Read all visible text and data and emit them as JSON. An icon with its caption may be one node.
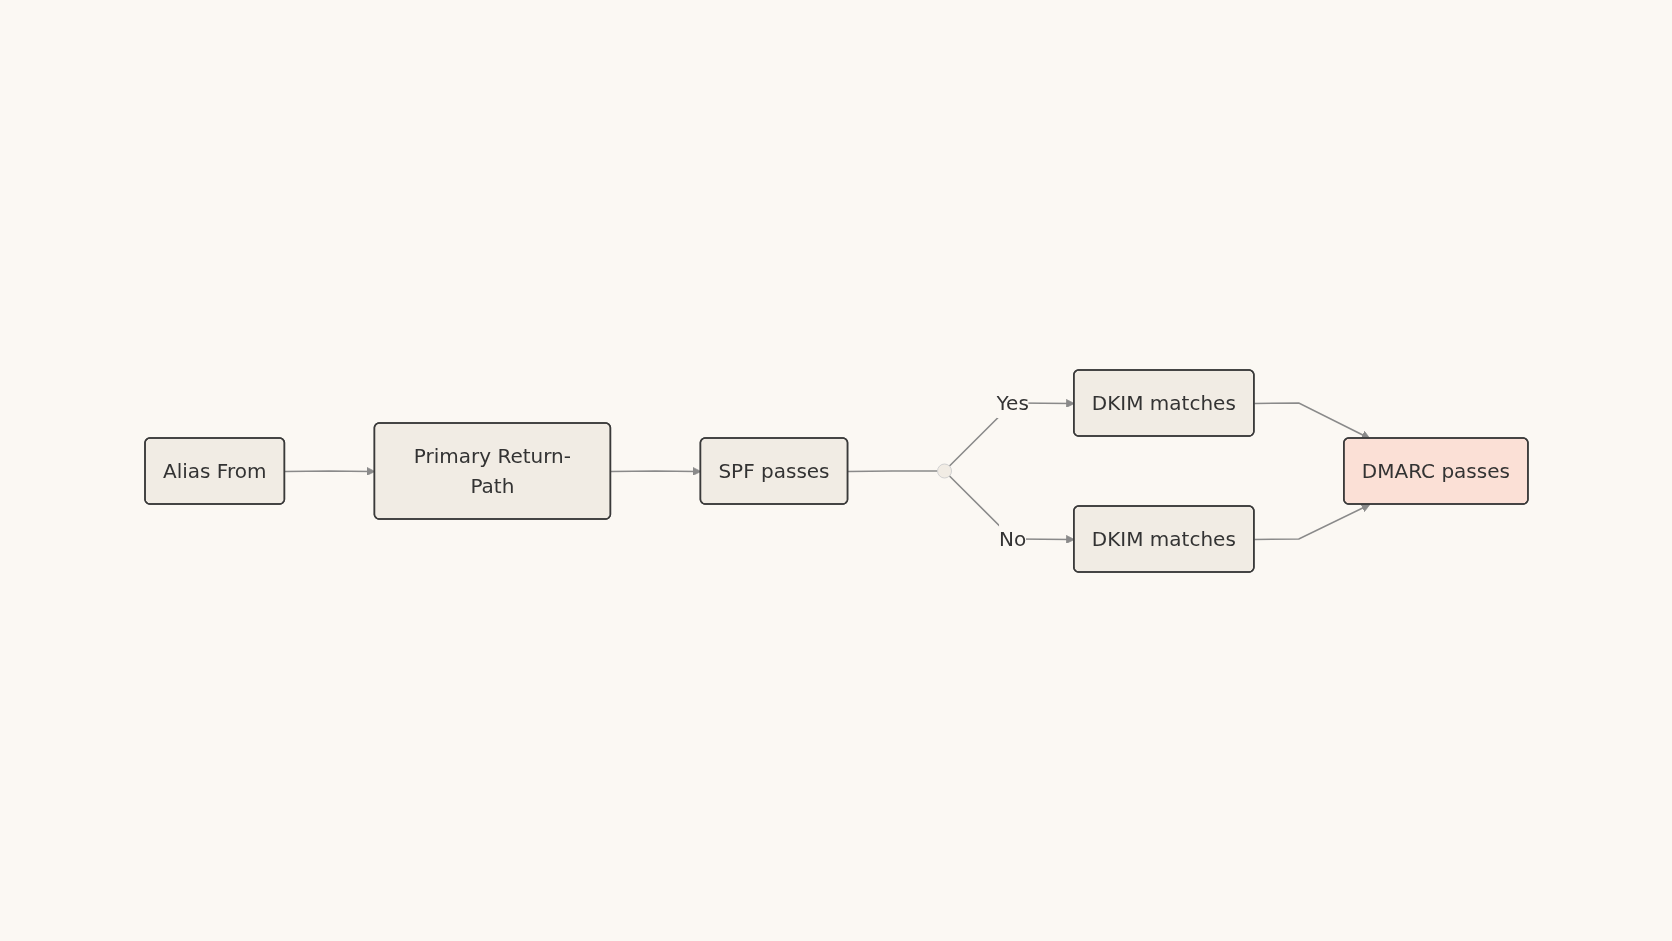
{
  "diagram": {
    "nodes": [
      {
        "text": [
          "Alias From"
        ]
      },
      {
        "text": [
          "Primary Return-Path"
        ]
      },
      {
        "text": [
          "SPF passes"
        ]
      },
      {
        "text": [],
        "shape": "circle"
      },
      {
        "text": [
          "DKIM matches"
        ]
      },
      {
        "text": [
          "DKIM matches"
        ]
      },
      {
        "text": [
          "DMARC passes"
        ]
      }
    ],
    "edges": [
      {
        "from": 0,
        "to": 1,
        "arrow": "to"
      },
      {
        "from": 1,
        "to": 2,
        "arrow": "to"
      },
      {
        "from": 2,
        "to": 3,
        "arrow": "none"
      },
      {
        "from": 3,
        "to": 4,
        "label": "Yes",
        "arrow": "to"
      },
      {
        "from": 3,
        "to": 5,
        "label": "No",
        "arrow": "to"
      },
      {
        "from": 4,
        "to": 6,
        "arrow": "to"
      },
      {
        "from": 5,
        "to": 6,
        "arrow": "to"
      }
    ]
  }
}
